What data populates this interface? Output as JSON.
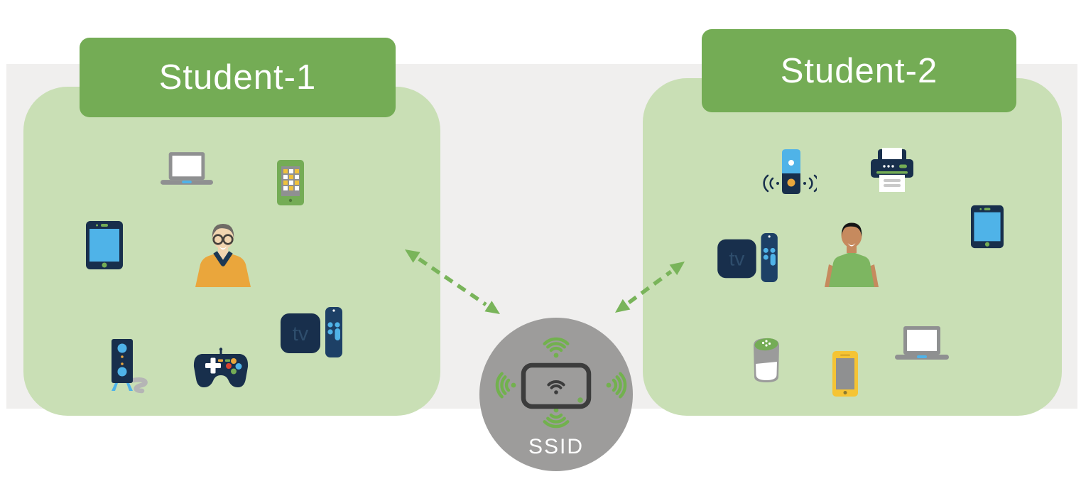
{
  "groups": [
    {
      "label": "Student-1",
      "devices": [
        "laptop-icon",
        "smartphone-icon",
        "tablet-icon",
        "student-avatar",
        "speaker-tower-icon",
        "game-controller-icon",
        "tv-media-player-icon",
        "remote-icon"
      ]
    },
    {
      "label": "Student-2",
      "devices": [
        "smart-speaker-icon",
        "printer-icon",
        "tablet-icon",
        "student-avatar",
        "tv-media-player-icon",
        "remote-icon",
        "voice-assistant-speaker-icon",
        "smartphone-icon",
        "laptop-icon"
      ]
    }
  ],
  "access_point": {
    "label": "SSID",
    "icon": "wifi-router-icon"
  },
  "connections": [
    {
      "from": "SSID",
      "to": "Student-1",
      "style": "dashed-double-arrow"
    },
    {
      "from": "SSID",
      "to": "Student-2",
      "style": "dashed-double-arrow"
    }
  ],
  "colors": {
    "badge_green": "#74ac55",
    "panel_green": "#c9dfb5",
    "band_gray": "#f0efee",
    "circle_gray": "#9d9c9b",
    "navy": "#182f4c",
    "blue": "#4fb3e8",
    "mustard": "#eaa63c",
    "yellow": "#f5c434",
    "wifi_green": "#72b14e",
    "arrow_green": "#79b45a"
  }
}
